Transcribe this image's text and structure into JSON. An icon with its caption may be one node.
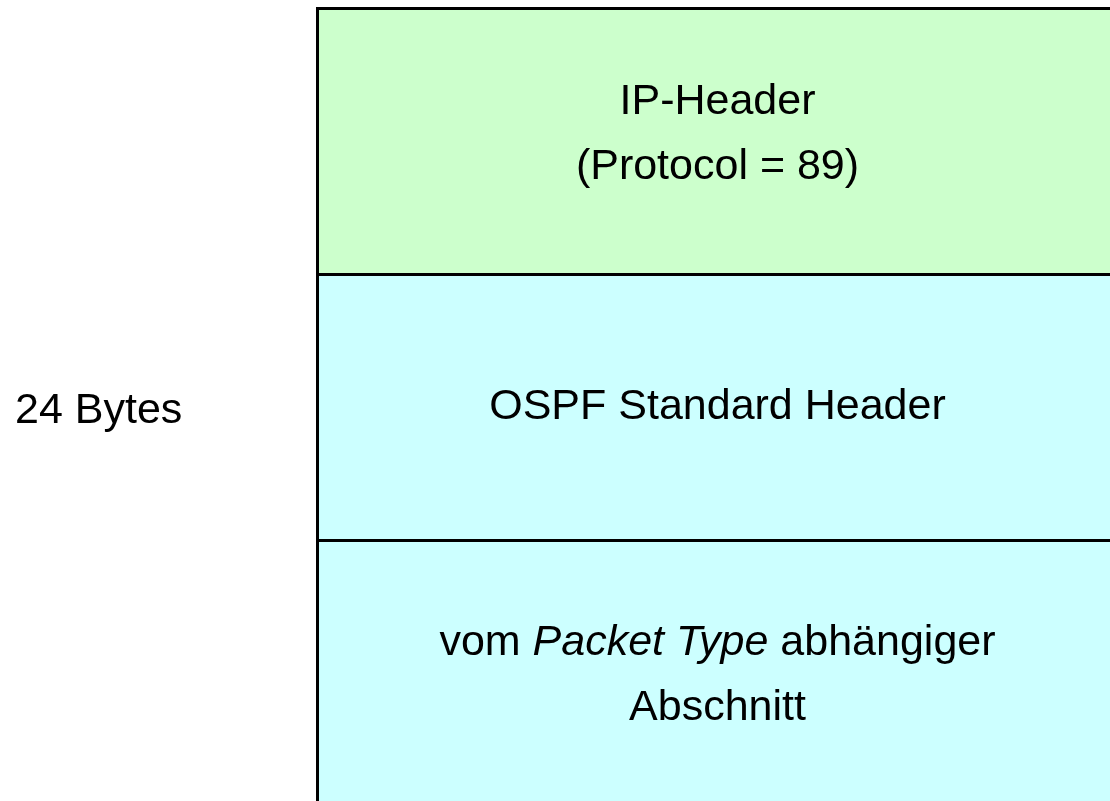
{
  "diagram": {
    "nodes": [
      {
        "text": [
          "IP-Header (Protocol = 89)"
        ]
      },
      {
        "text": [
          "OSPF Standard Header"
        ]
      },
      {
        "text": [
          "vom *Packet Type* abhängiger Abschnitt"
        ]
      }
    ],
    "labels": [
      "24 Bytes"
    ]
  }
}
